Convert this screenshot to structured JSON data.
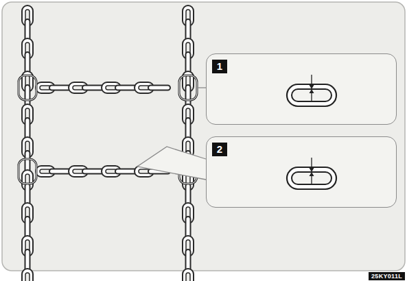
{
  "diagram": {
    "nodes": [
      {
        "text": [
          "1"
        ]
      },
      {
        "text": [
          "2"
        ]
      }
    ],
    "labels": [
      "25KY011L"
    ]
  }
}
